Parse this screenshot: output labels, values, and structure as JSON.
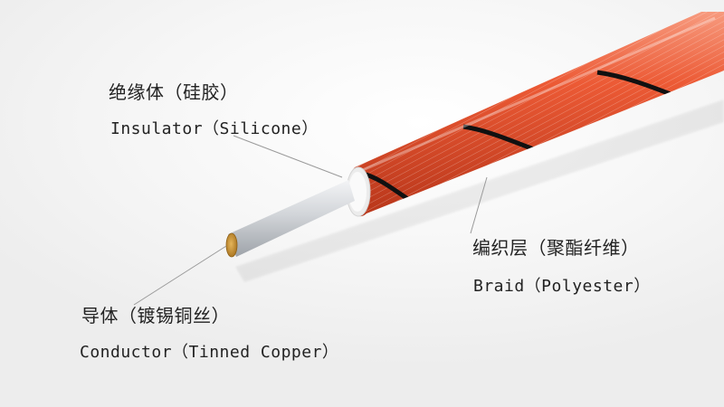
{
  "labels": {
    "insulator": {
      "zh": "绝缘体（硅胶）",
      "en": "Insulator（Silicone）"
    },
    "conductor": {
      "zh": "导体（镀锡铜丝）",
      "en": "Conductor（Tinned Copper）"
    },
    "braid": {
      "zh": "编织层（聚酯纤维）",
      "en": "Braid（Polyester）"
    }
  },
  "colors": {
    "braid": "#e8502c",
    "braid_dark": "#b8361a",
    "stripe": "#111111",
    "insulator": "#f4f4f4",
    "conductor": "#d8dadd",
    "copper_tip": "#c7902f",
    "leader": "#9a9a9a"
  }
}
